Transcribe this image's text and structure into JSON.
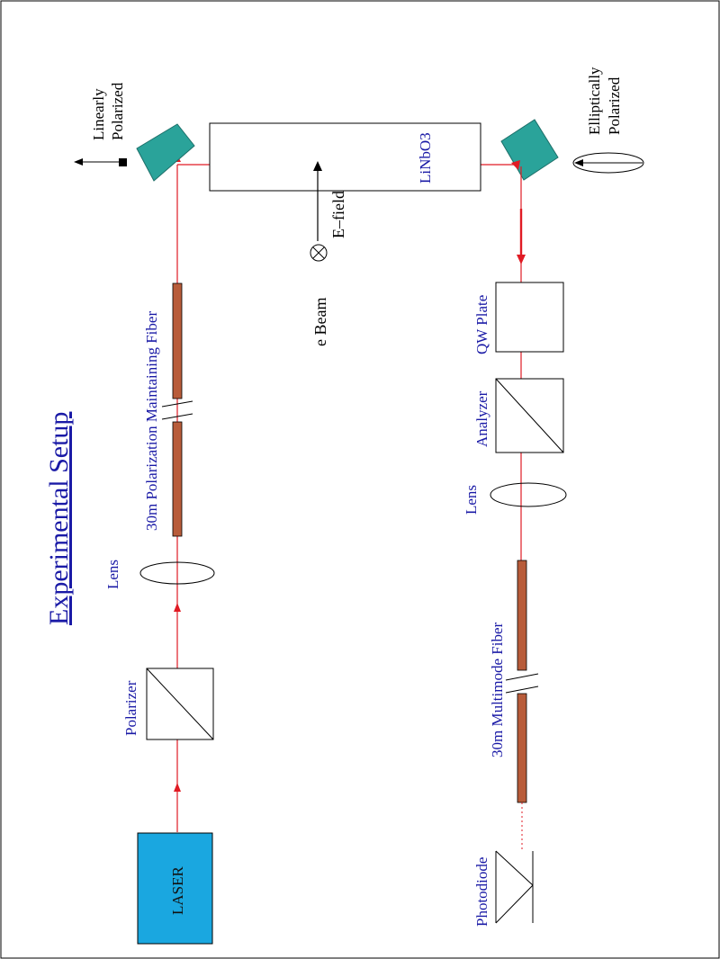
{
  "title": "Experimental Setup",
  "colors": {
    "beam": "#e01b24",
    "label": "#1a1aa6",
    "fiber": "#b85c3a",
    "mirror": "#2aa39a",
    "laser": "#1aa7e0"
  },
  "labels": {
    "laser": "LASER",
    "polarizer": "Polarizer",
    "lens_top": "Lens",
    "pm_fiber": "30m Polarization Maintaining Fiber",
    "linearly_1": "Linearly",
    "linearly_2": "Polarized",
    "crystal": "LiNbO3",
    "efield": "E–field",
    "ebeam": "e  Beam",
    "elliptically_1": "Elliptically",
    "elliptically_2": "Polarized",
    "qw_plate": "QW Plate",
    "analyzer": "Analyzer",
    "lens_bottom": "Lens",
    "mm_fiber": "30m Multimode Fiber",
    "photodiode": "Photodiode"
  }
}
